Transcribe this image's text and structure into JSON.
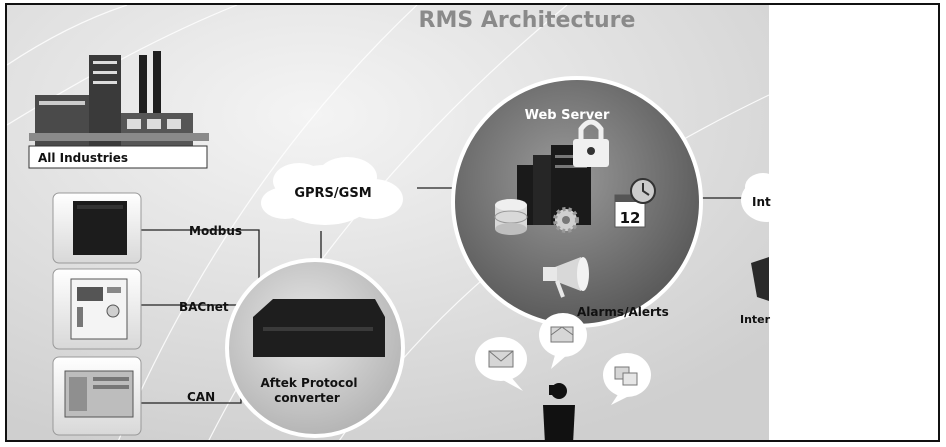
{
  "title": "RMS Architecture",
  "labels": {
    "industries": "All Industries",
    "gprs": "GPRS/GSM",
    "web_server": "Web Server",
    "modbus": "Modbus",
    "bacnet": "BACnet",
    "can": "CAN",
    "converter_line1": "Aftek Protocol",
    "converter_line2": "converter",
    "alarms": "Alarms/Alerts",
    "internet_partial": "Int",
    "internet_user_partial": "Inter",
    "calendar_number": "12"
  },
  "colors": {
    "background": "#e3e3e3",
    "circle": "#6f6f6f",
    "title": "#8a8a8a"
  },
  "icons": [
    "factory-icon",
    "ups-icon",
    "meter-icon",
    "generator-icon",
    "converter-device-icon",
    "server-icon",
    "database-icon",
    "lock-icon",
    "gear-icon",
    "calendar-icon",
    "megaphone-icon",
    "mail-icon",
    "chat-icon",
    "person-icon",
    "monitor-icon"
  ]
}
